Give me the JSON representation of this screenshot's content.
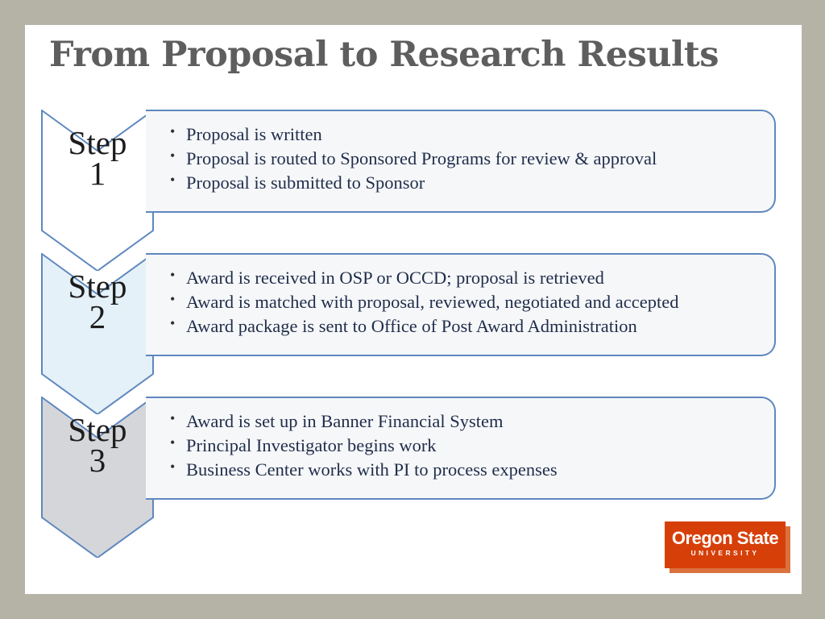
{
  "slide": {
    "title": "From Proposal to Research Results"
  },
  "steps": [
    {
      "label": "Step 1",
      "fill": "#ffffff",
      "items": [
        "Proposal is written",
        "Proposal is routed to Sponsored Programs for review & approval",
        "Proposal is submitted to Sponsor"
      ]
    },
    {
      "label": "Step 2",
      "fill": "#e4f1f8",
      "items": [
        "Award is received in OSP or OCCD; proposal is retrieved",
        "Award is matched with proposal, reviewed, negotiated and accepted",
        "Award package is sent to Office of Post Award Administration"
      ]
    },
    {
      "label": "Step 3",
      "fill": "#d4d6d9",
      "items": [
        "Award is set up in Banner Financial System",
        "Principal Investigator begins work",
        "Business Center works with PI to process expenses"
      ]
    }
  ],
  "colors": {
    "chevron_stroke": "#5f87bf",
    "box_border": "#5f87bf",
    "logo_orange": "#d73f09"
  },
  "logo": {
    "line1": "Oregon State",
    "line2": "UNIVERSITY"
  }
}
